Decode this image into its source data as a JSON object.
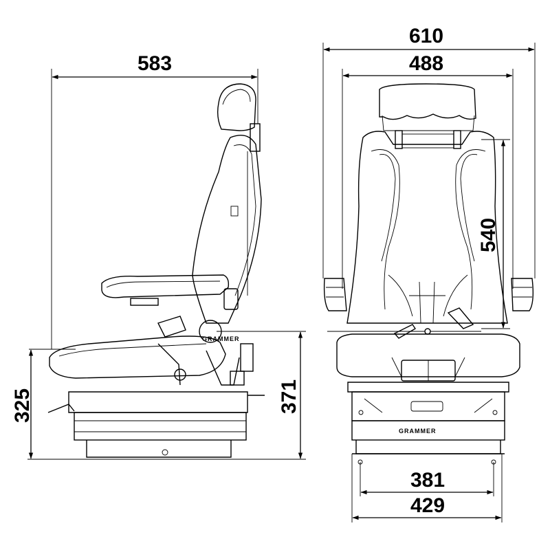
{
  "drawing": {
    "type": "technical-dimension-drawing",
    "subject": "suspension seat",
    "units": "mm",
    "brand_logo_text": "GRAMMER",
    "side_view": {
      "depth": "583",
      "height_seat_to_floor": "325",
      "height_pivot_to_floor": "371"
    },
    "front_view": {
      "width_overall": "610",
      "width_backrest": "488",
      "backrest_height": "540",
      "base_mount_inner": "381",
      "base_width": "429"
    }
  }
}
